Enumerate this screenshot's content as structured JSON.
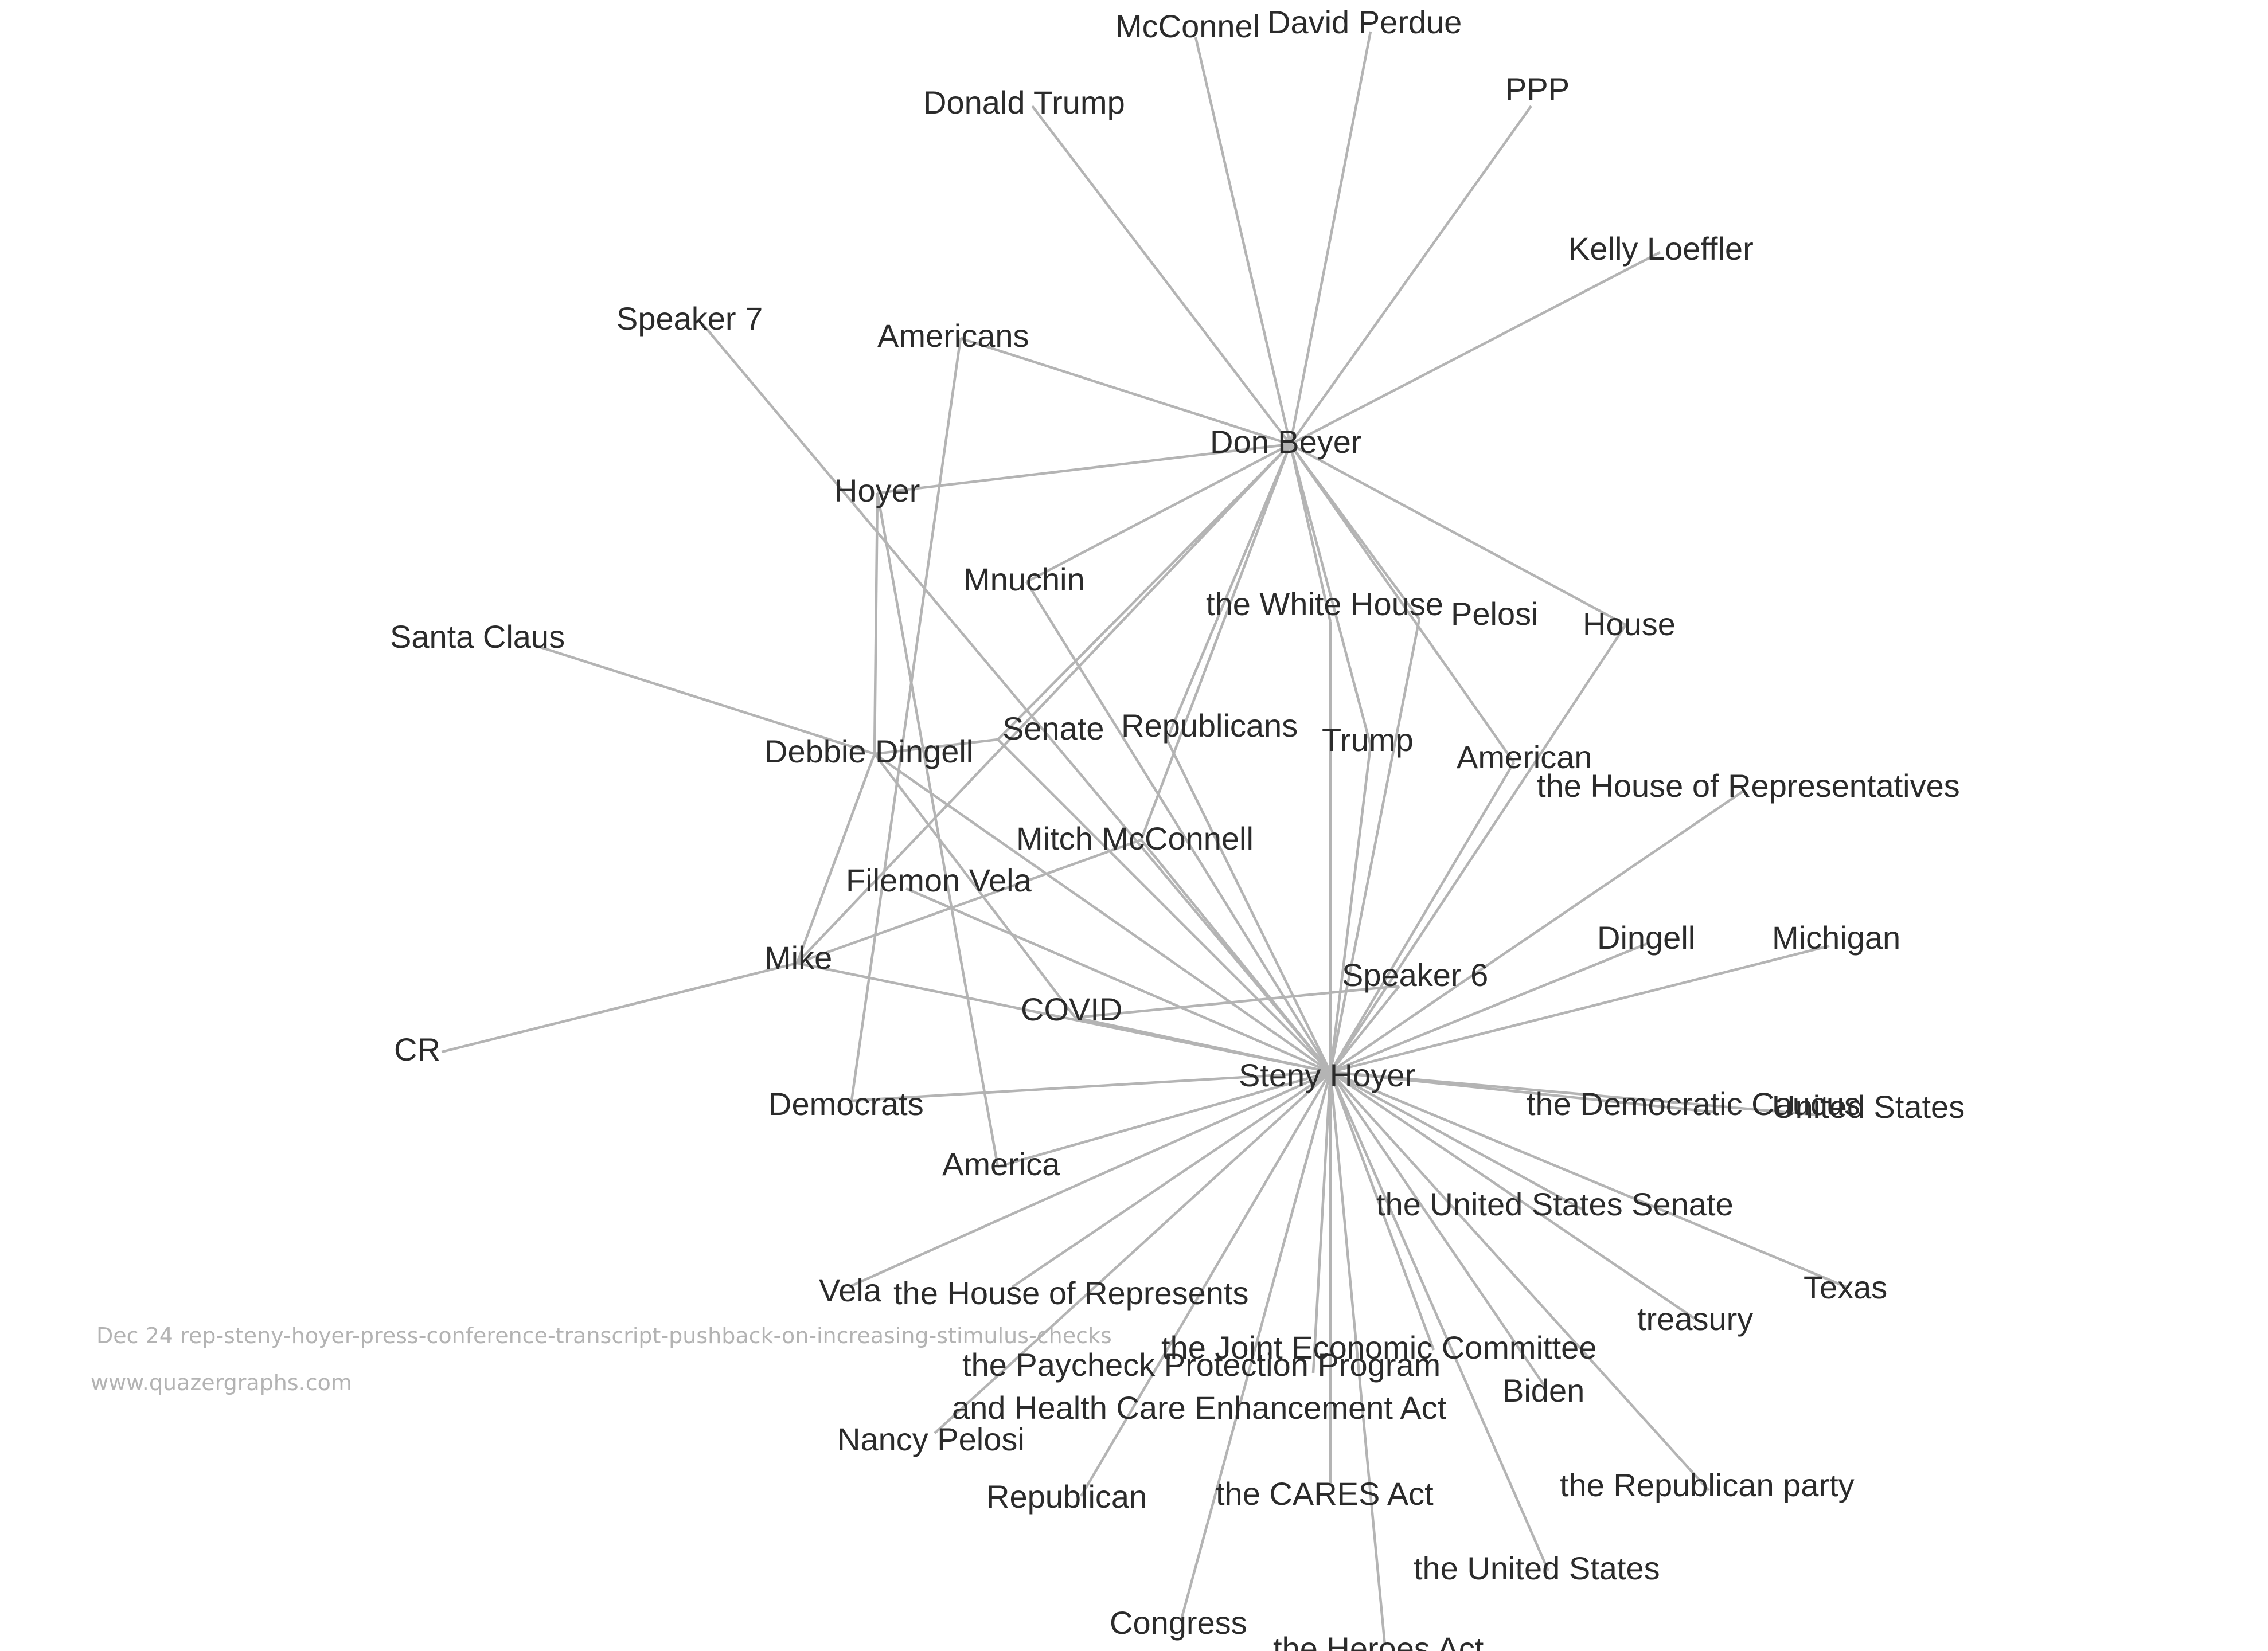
{
  "graph": {
    "nodes": [
      {
        "id": "steny",
        "label": "Steny Hoyer"
      },
      {
        "id": "beyer",
        "label": "Don Beyer"
      },
      {
        "id": "mcconnel",
        "label": "McConnel"
      },
      {
        "id": "perdue",
        "label": "David Perdue"
      },
      {
        "id": "ppp",
        "label": "PPP"
      },
      {
        "id": "trump_d",
        "label": "Donald Trump"
      },
      {
        "id": "loeffler",
        "label": "Kelly Loeffler"
      },
      {
        "id": "speaker7",
        "label": "Speaker 7"
      },
      {
        "id": "americans",
        "label": "Americans"
      },
      {
        "id": "hoyer",
        "label": "Hoyer"
      },
      {
        "id": "mnuchin",
        "label": "Mnuchin"
      },
      {
        "id": "whitehouse",
        "label": "the White House"
      },
      {
        "id": "pelosi",
        "label": "Pelosi"
      },
      {
        "id": "house",
        "label": "House"
      },
      {
        "id": "santa",
        "label": "Santa Claus"
      },
      {
        "id": "senate",
        "label": "Senate"
      },
      {
        "id": "republicans",
        "label": "Republicans"
      },
      {
        "id": "trump",
        "label": "Trump"
      },
      {
        "id": "american",
        "label": "American"
      },
      {
        "id": "debbie",
        "label": "Debbie Dingell"
      },
      {
        "id": "hor",
        "label": "the House of Representatives"
      },
      {
        "id": "mitch",
        "label": "Mitch McConnell"
      },
      {
        "id": "filemon",
        "label": "Filemon Vela"
      },
      {
        "id": "mike",
        "label": "Mike"
      },
      {
        "id": "speaker6",
        "label": "Speaker 6"
      },
      {
        "id": "dingell",
        "label": "Dingell"
      },
      {
        "id": "michigan",
        "label": "Michigan"
      },
      {
        "id": "covid",
        "label": "COVID"
      },
      {
        "id": "cr",
        "label": "CR"
      },
      {
        "id": "democrats",
        "label": "Democrats"
      },
      {
        "id": "dem_caucus",
        "label": "the Democratic Caucus"
      },
      {
        "id": "us_right",
        "label": "United States"
      },
      {
        "id": "america",
        "label": "America"
      },
      {
        "id": "us_senate",
        "label": "the United States Senate"
      },
      {
        "id": "texas",
        "label": "Texas"
      },
      {
        "id": "vela",
        "label": "Vela"
      },
      {
        "id": "house_reps",
        "label": "the House of Represents"
      },
      {
        "id": "treasury",
        "label": "treasury"
      },
      {
        "id": "jec",
        "label": "the Joint Economic Committee"
      },
      {
        "id": "ppp_act",
        "label": "the Paycheck Protection Program"
      },
      {
        "id": "ppp_act2",
        "label": "and Health Care Enhancement Act"
      },
      {
        "id": "biden",
        "label": "Biden"
      },
      {
        "id": "nancy",
        "label": "Nancy Pelosi"
      },
      {
        "id": "rep_party",
        "label": "the Republican party"
      },
      {
        "id": "republican",
        "label": "Republican"
      },
      {
        "id": "cares",
        "label": "the CARES Act"
      },
      {
        "id": "us",
        "label": "the United States"
      },
      {
        "id": "congress",
        "label": "Congress"
      },
      {
        "id": "heroes",
        "label": "the Heroes Act"
      }
    ],
    "edges": [
      [
        "beyer",
        "mcconnel"
      ],
      [
        "beyer",
        "perdue"
      ],
      [
        "beyer",
        "ppp"
      ],
      [
        "beyer",
        "trump_d"
      ],
      [
        "beyer",
        "loeffler"
      ],
      [
        "beyer",
        "americans"
      ],
      [
        "beyer",
        "hoyer"
      ],
      [
        "beyer",
        "mnuchin"
      ],
      [
        "beyer",
        "whitehouse"
      ],
      [
        "beyer",
        "pelosi"
      ],
      [
        "beyer",
        "house"
      ],
      [
        "beyer",
        "american"
      ],
      [
        "beyer",
        "mitch"
      ],
      [
        "beyer",
        "republicans"
      ],
      [
        "beyer",
        "mike"
      ],
      [
        "beyer",
        "senate"
      ],
      [
        "beyer",
        "trump"
      ],
      [
        "speaker7",
        "steny"
      ],
      [
        "americans",
        "democrats"
      ],
      [
        "hoyer",
        "debbie"
      ],
      [
        "hoyer",
        "america"
      ],
      [
        "mnuchin",
        "steny"
      ],
      [
        "whitehouse",
        "steny"
      ],
      [
        "pelosi",
        "steny"
      ],
      [
        "house",
        "steny"
      ],
      [
        "santa",
        "debbie"
      ],
      [
        "senate",
        "debbie"
      ],
      [
        "senate",
        "steny"
      ],
      [
        "republicans",
        "steny"
      ],
      [
        "trump",
        "steny"
      ],
      [
        "american",
        "steny"
      ],
      [
        "debbie",
        "steny"
      ],
      [
        "debbie",
        "covid"
      ],
      [
        "debbie",
        "mike"
      ],
      [
        "hor",
        "steny"
      ],
      [
        "mitch",
        "steny"
      ],
      [
        "mitch",
        "mike"
      ],
      [
        "filemon",
        "steny"
      ],
      [
        "mike",
        "cr"
      ],
      [
        "mike",
        "steny"
      ],
      [
        "speaker6",
        "steny"
      ],
      [
        "speaker6",
        "covid"
      ],
      [
        "dingell",
        "steny"
      ],
      [
        "michigan",
        "steny"
      ],
      [
        "covid",
        "steny"
      ],
      [
        "democrats",
        "steny"
      ],
      [
        "dem_caucus",
        "steny"
      ],
      [
        "us_right",
        "steny"
      ],
      [
        "america",
        "steny"
      ],
      [
        "us_senate",
        "steny"
      ],
      [
        "texas",
        "steny"
      ],
      [
        "vela",
        "steny"
      ],
      [
        "house_reps",
        "steny"
      ],
      [
        "treasury",
        "steny"
      ],
      [
        "jec",
        "steny"
      ],
      [
        "ppp_act",
        "steny"
      ],
      [
        "biden",
        "steny"
      ],
      [
        "nancy",
        "steny"
      ],
      [
        "rep_party",
        "steny"
      ],
      [
        "republican",
        "steny"
      ],
      [
        "cares",
        "steny"
      ],
      [
        "us",
        "steny"
      ],
      [
        "congress",
        "steny"
      ],
      [
        "heroes",
        "steny"
      ]
    ]
  },
  "captions": {
    "title": "Dec 24 rep-steny-hoyer-press-conference-transcript-pushback-on-increasing-stimulus-checks",
    "site": "www.quazergraphs.com"
  },
  "colors": {
    "edge": "#b4b4b4",
    "label": "#2b2b2b",
    "caption": "#b3b3b3",
    "background": "#ffffff"
  }
}
